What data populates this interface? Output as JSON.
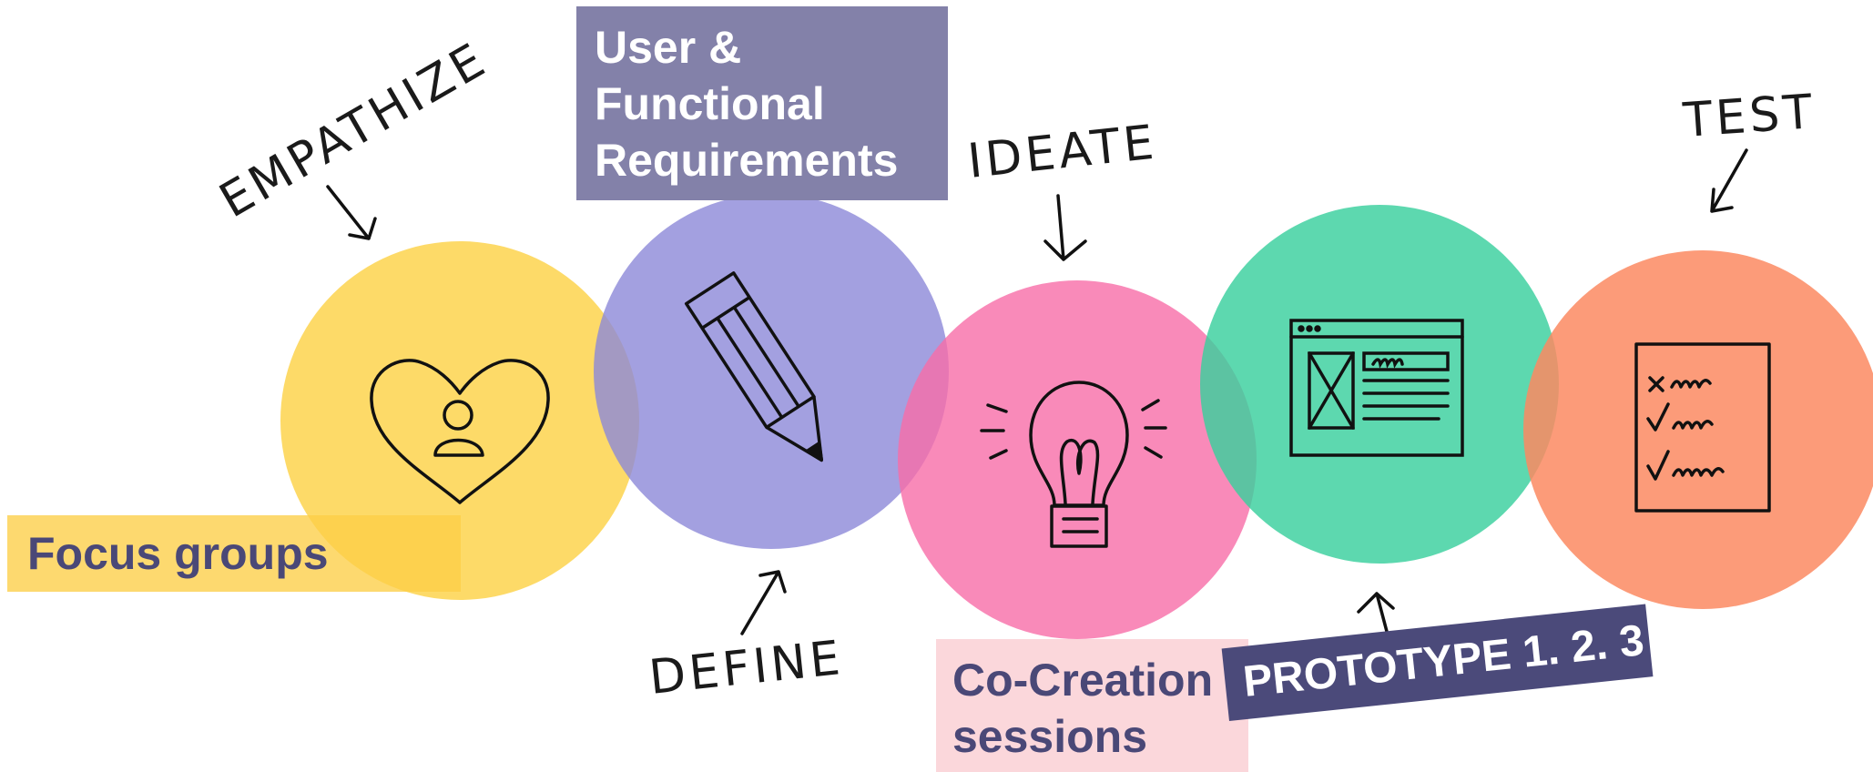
{
  "stages": {
    "empathize": "EMPATHIZE",
    "define": "DEFINE",
    "ideate": "IDEATE",
    "test": "TEST"
  },
  "callouts": {
    "user_functional": [
      "User &",
      "Functional",
      "Requirements"
    ],
    "focus_groups": "Focus groups",
    "co_creation": [
      "Co-Creation",
      "sessions"
    ],
    "prototype": "PROTOTYPE 1. 2. 3"
  },
  "colors": {
    "empathize": "#fdd34e",
    "define": "#8c88d8",
    "ideate": "#f76da8",
    "prototype": "#39cf9e",
    "test": "#fb8a62",
    "callout_text": "#4a4877",
    "callout_dark": "#4b4a7a",
    "callout_light_purple": "#8381a9",
    "callout_pink": "#fbd7db"
  },
  "icons": [
    "heart-person-icon",
    "pencil-icon",
    "lightbulb-icon",
    "wireframe-icon",
    "checklist-icon"
  ]
}
